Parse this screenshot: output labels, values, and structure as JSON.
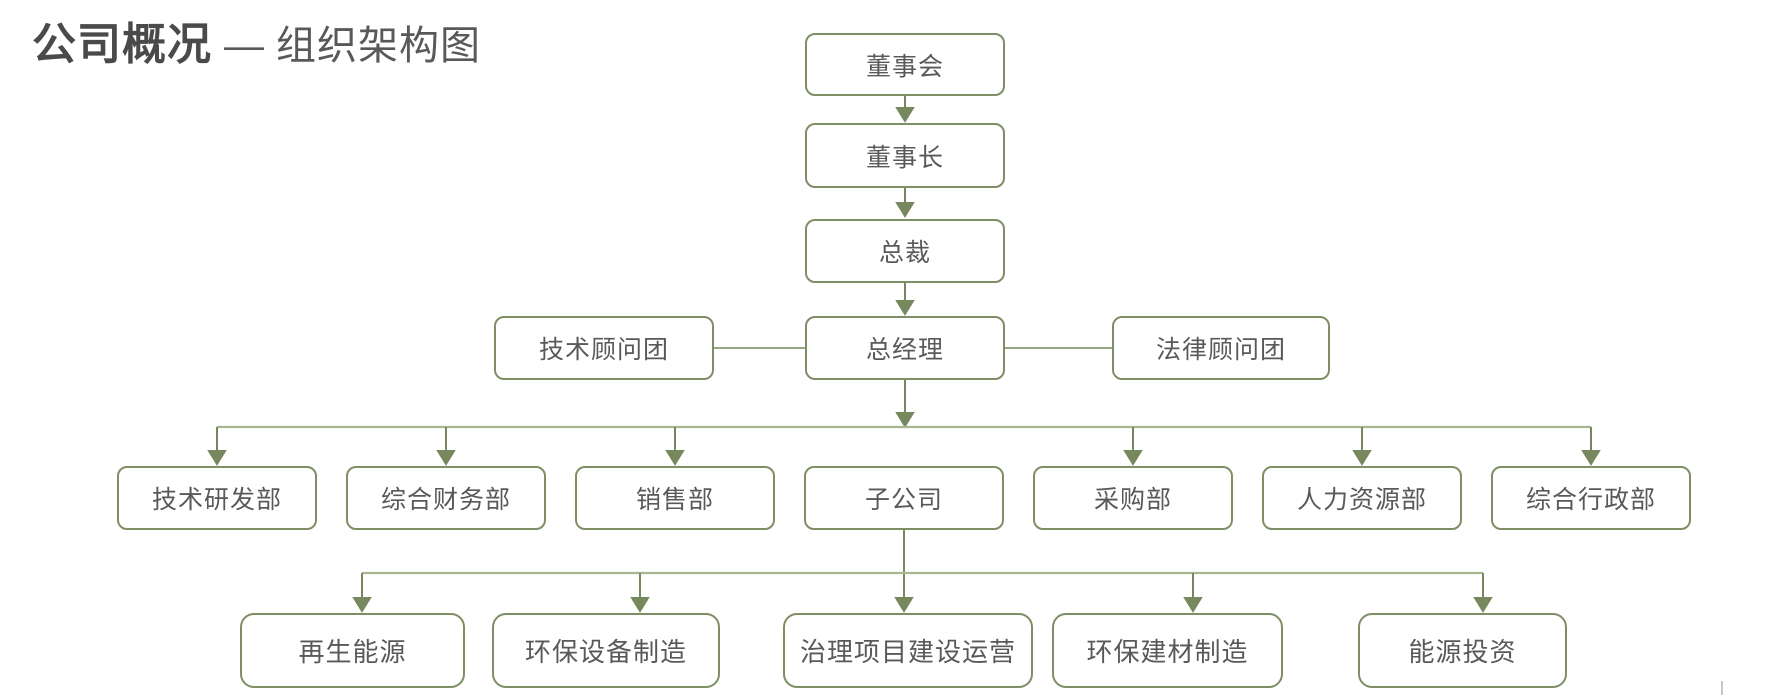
{
  "title": {
    "primary": "公司概况",
    "dash": "—",
    "secondary": "组织架构图"
  },
  "org_chart": {
    "root_chain": [
      {
        "label": "董事会"
      },
      {
        "label": "董事长"
      },
      {
        "label": "总裁"
      },
      {
        "label": "总经理"
      }
    ],
    "advisors": [
      {
        "label": "技术顾问团"
      },
      {
        "label": "法律顾问团"
      }
    ],
    "departments": [
      {
        "label": "技术研发部"
      },
      {
        "label": "综合财务部"
      },
      {
        "label": "销售部"
      },
      {
        "label": "子公司"
      },
      {
        "label": "采购部"
      },
      {
        "label": "人力资源部"
      },
      {
        "label": "综合行政部"
      }
    ],
    "subsidiaries": [
      {
        "label": "再生能源"
      },
      {
        "label": "环保设备制造"
      },
      {
        "label": "治理项目建设运营"
      },
      {
        "label": "环保建材制造"
      },
      {
        "label": "能源投资"
      }
    ]
  },
  "colors": {
    "box_border": "#7E8F65",
    "connector_dark": "#77885E",
    "bus_line": "#A9B692",
    "node_text": "#595959",
    "title_text": "#4A4A4A"
  }
}
